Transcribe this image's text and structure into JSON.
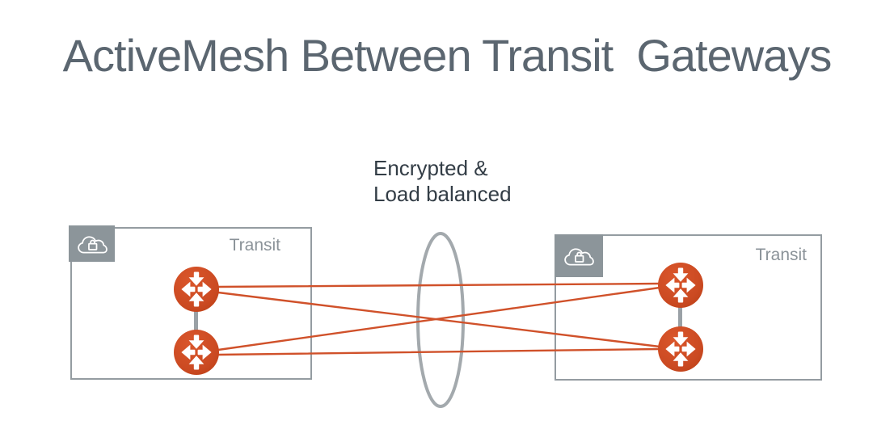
{
  "title": "ActiveMesh Between Transit  Gateways",
  "caption": {
    "line1": "Encrypted &",
    "line2": "Load balanced"
  },
  "left_box": {
    "label": "Transit"
  },
  "right_box": {
    "label": "Transit"
  },
  "diagram": {
    "left_gateways": 2,
    "right_gateways": 2,
    "mesh_links": 4
  },
  "icons": {
    "badge": "cloud-lock-icon",
    "gateway": "gateway-arrows-icon",
    "lens": "load-balancer-ellipse"
  },
  "colors": {
    "title": "#5B6670",
    "caption_text": "#333D46",
    "box_border": "#949CA1",
    "badge_bg": "#8C959A",
    "transit_label": "#8A9298",
    "gateway_orange": "#CB4A22",
    "gateway_orange_light": "#DA562B",
    "link_orange": "#D0512A",
    "lens_stroke": "#A3A9AD",
    "connector_gray": "#9AA1A6"
  }
}
